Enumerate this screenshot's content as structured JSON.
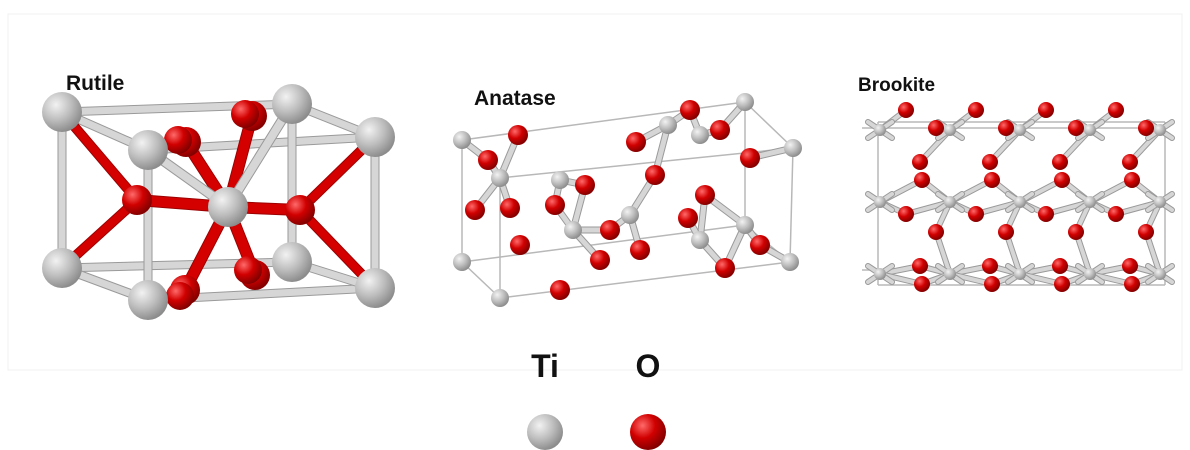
{
  "structures": [
    {
      "name": "Rutile"
    },
    {
      "name": "Anatase"
    },
    {
      "name": "Brookite"
    }
  ],
  "legend": [
    {
      "element": "Ti",
      "color": "#bdbdbd"
    },
    {
      "element": "O",
      "color": "#cc0000"
    }
  ],
  "colors": {
    "titanium": "#bdbdbd",
    "titanium_highlight": "#eeeeee",
    "titanium_shade": "#8f8f8f",
    "oxygen": "#cc0000",
    "oxygen_highlight": "#ff5a5a",
    "oxygen_shade": "#8a0000",
    "bond": "#c9c9c9",
    "cell_edge": "#cccccc"
  }
}
